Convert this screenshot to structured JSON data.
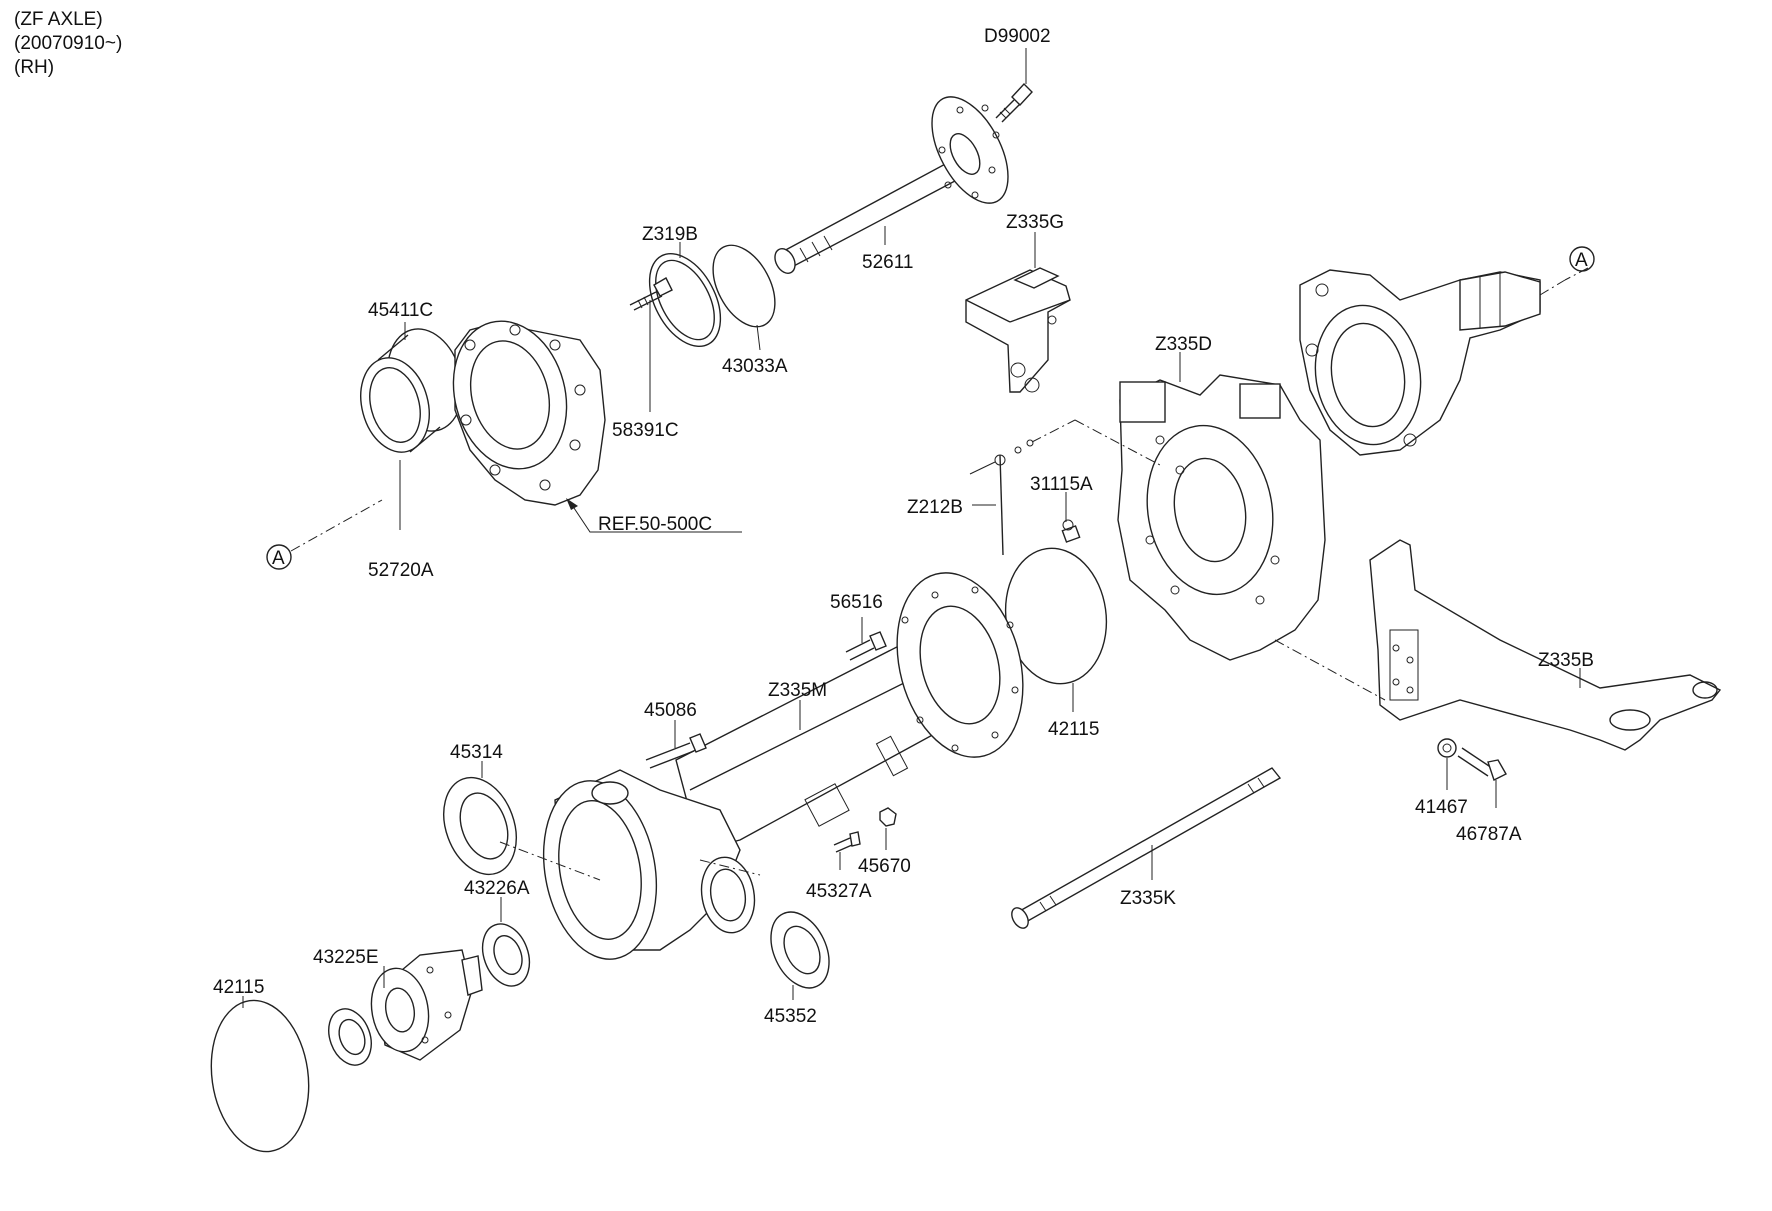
{
  "header": {
    "line1": "(ZF AXLE)",
    "line2": "(20070910~)",
    "line3": "(RH)"
  },
  "ref_markers": {
    "a_left": "A",
    "a_right": "A"
  },
  "labels": {
    "d99002": "D99002",
    "z319b": "Z319B",
    "p52611": "52611",
    "z335g": "Z335G",
    "p43033a": "43033A",
    "p45411c": "45411C",
    "p58391c": "58391C",
    "ref": "REF.50-500C",
    "p52720a": "52720A",
    "z335d": "Z335D",
    "z212b": "Z212B",
    "p31115a": "31115A",
    "p56516": "56516",
    "z335m": "Z335M",
    "p42115_mid": "42115",
    "z335b": "Z335B",
    "p45086": "45086",
    "p45314": "45314",
    "p45670": "45670",
    "p45327a": "45327A",
    "p41467": "41467",
    "p46787a": "46787A",
    "p43226a": "43226A",
    "z335k": "Z335K",
    "p43225e": "43225E",
    "p42115_low": "42115",
    "p45352": "45352"
  }
}
